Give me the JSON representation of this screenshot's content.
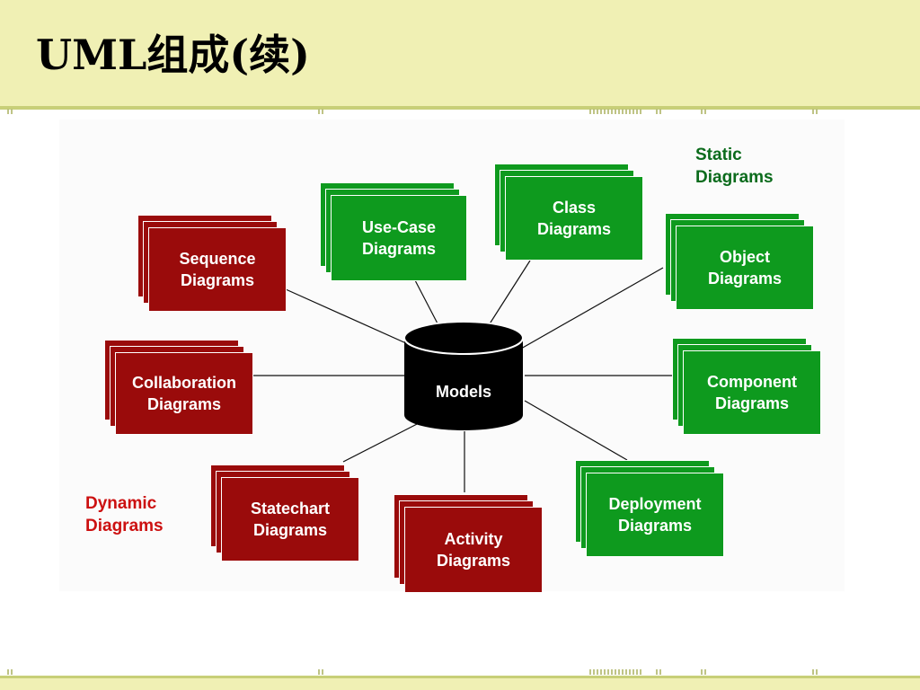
{
  "title": "UML组成(续)",
  "center": {
    "label": "Models"
  },
  "groups": {
    "static": "Static\nDiagrams",
    "dynamic": "Dynamic\nDiagrams"
  },
  "colors": {
    "static": "#0e9a1e",
    "dynamic": "#9a0b0b",
    "banner": "#f0f0b4"
  },
  "nodes": [
    {
      "id": "use-case",
      "label": "Use-Case\nDiagrams",
      "group": "static"
    },
    {
      "id": "class",
      "label": "Class\nDiagrams",
      "group": "static"
    },
    {
      "id": "object",
      "label": "Object\nDiagrams",
      "group": "static"
    },
    {
      "id": "component",
      "label": "Component\nDiagrams",
      "group": "static"
    },
    {
      "id": "deployment",
      "label": "Deployment\nDiagrams",
      "group": "static"
    },
    {
      "id": "sequence",
      "label": "Sequence\nDiagrams",
      "group": "dynamic"
    },
    {
      "id": "collaboration",
      "label": "Collaboration\nDiagrams",
      "group": "dynamic"
    },
    {
      "id": "statechart",
      "label": "Statechart\nDiagrams",
      "group": "dynamic"
    },
    {
      "id": "activity",
      "label": "Activity\nDiagrams",
      "group": "dynamic"
    }
  ]
}
